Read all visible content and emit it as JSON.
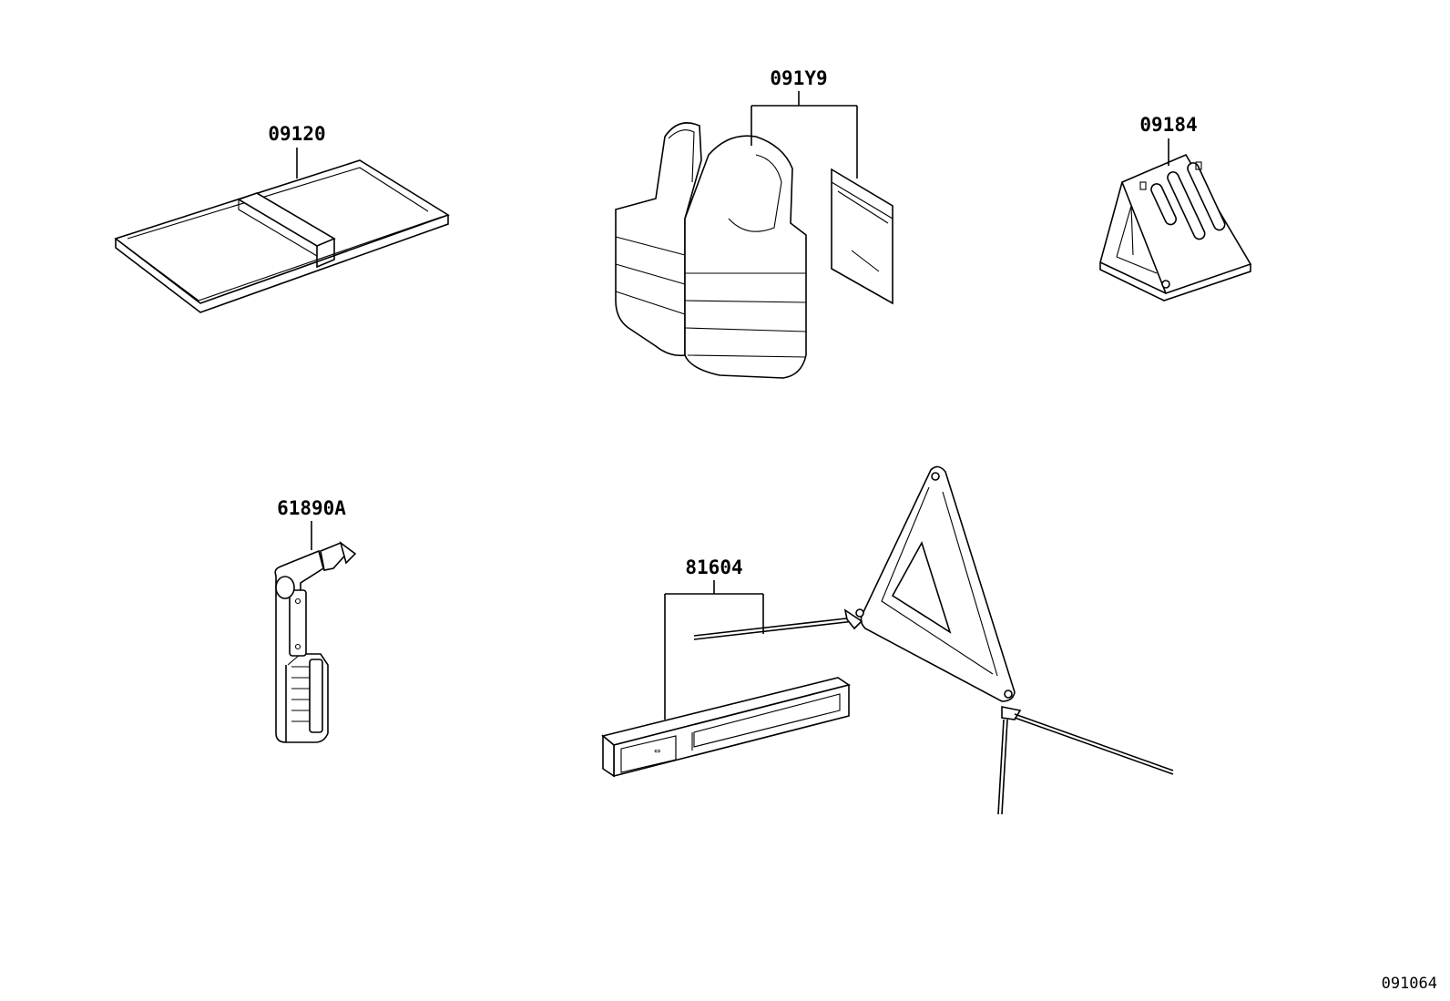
{
  "parts": {
    "p09120": "09120",
    "p091y9": "091Y9",
    "p09184": "09184",
    "p61890a": "61890A",
    "p81604": "81604"
  },
  "figure_ref": "091064"
}
